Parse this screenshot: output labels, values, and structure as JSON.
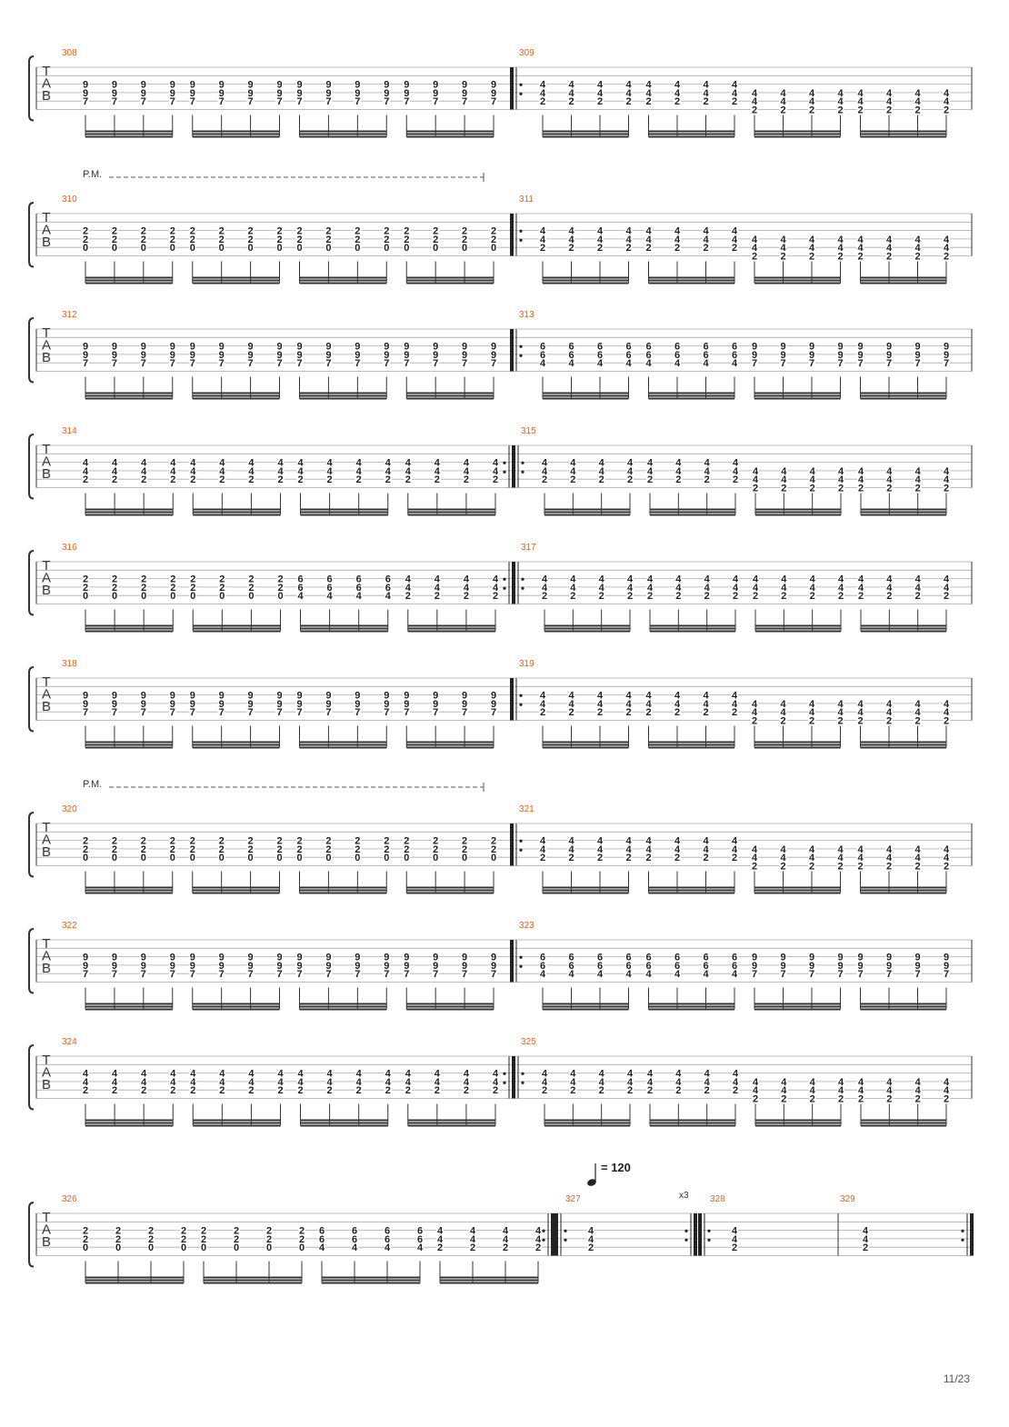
{
  "page_number": "11/23",
  "tab_clef": [
    "T",
    "A",
    "B"
  ],
  "tempo": {
    "symbol": "quarter-note-icon",
    "text": "= 120"
  },
  "colors": {
    "measure_number": "#e8601c",
    "ink": "#222222",
    "staff_line": "#aaaaaa"
  },
  "systems": [
    {
      "measures": [
        {
          "number": "308",
          "groups": [
            [
              "9",
              "9",
              "7"
            ]
          ],
          "pattern": "A"
        },
        {
          "number": "309",
          "groups": [
            [
              "4",
              "4",
              "2"
            ],
            [
              "4",
              "4",
              "2"
            ]
          ],
          "pattern": "B",
          "repeat_start": true
        }
      ]
    },
    {
      "palm_mute": "P.M.",
      "measures": [
        {
          "number": "310",
          "groups": [
            [
              "2",
              "2",
              "0"
            ]
          ],
          "pattern": "A"
        },
        {
          "number": "311",
          "groups": [
            [
              "4",
              "4",
              "2"
            ],
            [
              "4",
              "4",
              "2"
            ]
          ],
          "pattern": "B",
          "repeat_start": true
        }
      ]
    },
    {
      "measures": [
        {
          "number": "312",
          "groups": [
            [
              "9",
              "9",
              "7"
            ]
          ],
          "pattern": "A"
        },
        {
          "number": "313",
          "groups": [
            [
              "6",
              "6",
              "4"
            ],
            [
              "9",
              "9",
              "7"
            ]
          ],
          "pattern": "C",
          "repeat_start": true
        }
      ]
    },
    {
      "measures": [
        {
          "number": "314",
          "groups": [
            [
              "4",
              "4",
              "2"
            ]
          ],
          "pattern": "A",
          "repeat_end": true
        },
        {
          "number": "315",
          "groups": [
            [
              "4",
              "4",
              "2"
            ],
            [
              "4",
              "4",
              "2"
            ]
          ],
          "pattern": "B",
          "repeat_start": true
        }
      ]
    },
    {
      "measures": [
        {
          "number": "316",
          "groups": [
            [
              "2",
              "2",
              "0"
            ],
            [
              "2",
              "2",
              "0"
            ],
            [
              "6",
              "6",
              "4"
            ],
            [
              "4",
              "4",
              "2"
            ]
          ],
          "pattern": "D",
          "repeat_end": true
        },
        {
          "number": "317",
          "groups": [
            [
              "4",
              "4",
              "2"
            ],
            [
              "4",
              "4",
              "2"
            ]
          ],
          "pattern": "C",
          "repeat_start": true
        }
      ]
    },
    {
      "measures": [
        {
          "number": "318",
          "groups": [
            [
              "9",
              "9",
              "7"
            ]
          ],
          "pattern": "A"
        },
        {
          "number": "319",
          "groups": [
            [
              "4",
              "4",
              "2"
            ],
            [
              "4",
              "4",
              "2"
            ]
          ],
          "pattern": "B",
          "repeat_start": true
        }
      ]
    },
    {
      "palm_mute": "P.M.",
      "measures": [
        {
          "number": "320",
          "groups": [
            [
              "2",
              "2",
              "0"
            ]
          ],
          "pattern": "A"
        },
        {
          "number": "321",
          "groups": [
            [
              "4",
              "4",
              "2"
            ],
            [
              "4",
              "4",
              "2"
            ]
          ],
          "pattern": "B",
          "repeat_start": true
        }
      ]
    },
    {
      "measures": [
        {
          "number": "322",
          "groups": [
            [
              "9",
              "9",
              "7"
            ]
          ],
          "pattern": "A"
        },
        {
          "number": "323",
          "groups": [
            [
              "6",
              "6",
              "4"
            ],
            [
              "9",
              "9",
              "7"
            ]
          ],
          "pattern": "C",
          "repeat_start": true
        }
      ]
    },
    {
      "measures": [
        {
          "number": "324",
          "groups": [
            [
              "4",
              "4",
              "2"
            ]
          ],
          "pattern": "A",
          "repeat_end": true
        },
        {
          "number": "325",
          "groups": [
            [
              "4",
              "4",
              "2"
            ],
            [
              "4",
              "4",
              "2"
            ]
          ],
          "pattern": "B",
          "repeat_start": true
        }
      ]
    }
  ],
  "last_system": {
    "measures": [
      {
        "number": "326",
        "groups": [
          [
            "2",
            "2",
            "0"
          ],
          [
            "2",
            "2",
            "0"
          ],
          [
            "6",
            "6",
            "4"
          ],
          [
            "4",
            "4",
            "2"
          ]
        ],
        "pattern": "D",
        "repeat_end": true
      },
      {
        "number": "327",
        "chord": [
          "4",
          "4",
          "2"
        ],
        "repeat_start": true,
        "repeat_end": true,
        "repeat_count": "x3"
      },
      {
        "number": "328",
        "chord": [
          "4",
          "4",
          "2"
        ],
        "repeat_start": true
      },
      {
        "number": "329",
        "chord": [
          "4",
          "4",
          "2"
        ],
        "repeat_end": true
      }
    ]
  }
}
